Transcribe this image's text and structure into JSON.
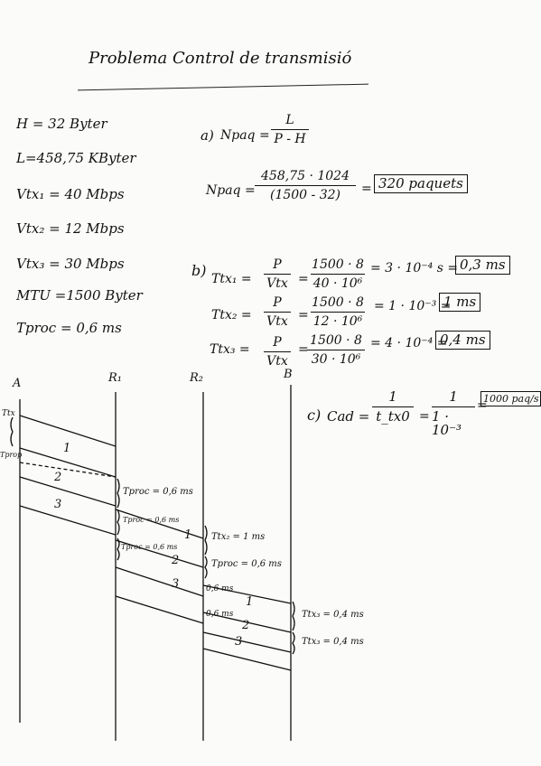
{
  "title": "Problema Control de transmisió",
  "given": {
    "H": "H = 32 Byter",
    "L": "L=458,75 KByter",
    "vtx1": "Vtx₁ = 40 Mbps",
    "vtx2": "Vtx₂ = 12 Mbps",
    "vtx3": "Vtx₃ = 30 Mbps",
    "mtu": "MTU =1500 Byter",
    "tproc": "Tproc = 0,6 ms"
  },
  "part_a": {
    "label": "a)",
    "lhs1": "Npaq =",
    "num1": "L",
    "den1": "P - H",
    "lhs2": "Npaq =",
    "num2": "458,75 · 1024",
    "den2": "(1500 - 32)",
    "eq": "=",
    "result": "320 paquets"
  },
  "part_b": {
    "label": "b)",
    "rows": [
      {
        "lhs": "Ttx₁ =",
        "n1": "P",
        "d1": "Vtx",
        "n2": "1500 · 8",
        "d2": "40 · 10⁶",
        "mid": "= 3 · 10⁻⁴ s =",
        "result": "0,3 ms"
      },
      {
        "lhs": "Ttx₂ =",
        "n1": "P",
        "d1": "Vtx",
        "n2": "1500 · 8",
        "d2": "12 · 10⁶",
        "mid": "= 1 · 10⁻³ =",
        "result": "1 ms"
      },
      {
        "lhs": "Ttx₃ =",
        "n1": "P",
        "d1": "Vtx",
        "n2": "1500 · 8",
        "d2": "30 · 10⁶",
        "mid": "= 4 · 10⁻⁴ =",
        "result": "0,4 ms"
      }
    ]
  },
  "part_c": {
    "label": "c)",
    "lhs": "Cad =",
    "n1": "1",
    "d1": "t_tx0",
    "n2": "1",
    "d2": "1 · 10⁻³",
    "eq": "=",
    "result": "1000 paq/s"
  },
  "diagram": {
    "nodes": [
      "A",
      "R₁",
      "R₂",
      "B"
    ],
    "packets": [
      "1",
      "2",
      "3"
    ],
    "left_labels": {
      "ttx": "Ttx",
      "tprop": "Tprop"
    },
    "r1_proc": "Tproc = 0,6 ms",
    "r1_proc2": "Tproc = 0,6 ms",
    "r1_proc3": "Tproc = 0,6 ms",
    "r2_ttx": "Ttx₂ = 1 ms",
    "r2_proc": "Tproc = 0,6 ms",
    "r2_short1": "0,6 ms",
    "r2_short2": "0,6 ms",
    "b_ttx1": "Ttx₃ = 0,4 ms",
    "b_ttx2": "Ttx₃ = 0,4 ms"
  }
}
